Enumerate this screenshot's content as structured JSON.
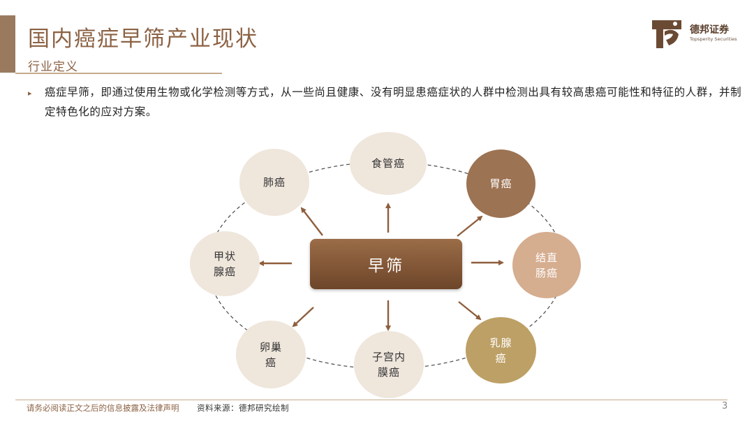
{
  "header": {
    "title": "国内癌症早筛产业现状",
    "subtitle": "行业定义",
    "logo_name": "德邦证券",
    "logo_en": "Topsperity Securities"
  },
  "intro": {
    "bullet": "▸",
    "text": "癌症早筛，即通过使用生物或化学检测等方式，从一些尚且健康、没有明显患癌症状的人群中检测出具有较高患癌可能性和特征的人群，并制定特色化的应对方案。"
  },
  "diagram": {
    "center": "早筛",
    "nodes": [
      {
        "label": "食管癌"
      },
      {
        "label": "胃癌"
      },
      {
        "label": "结直\n肠癌"
      },
      {
        "label": "乳腺\n癌"
      },
      {
        "label": "子宫内\n膜癌"
      },
      {
        "label": "卵巢\n癌"
      },
      {
        "label": "甲状\n腺癌"
      },
      {
        "label": "肺癌"
      }
    ],
    "colors": {
      "light_node": "#efe6dc",
      "dark_node": "#9c7353",
      "tan_node": "#d5ad8f",
      "gold_node": "#bda065",
      "arrow": "#8f5e3c",
      "ring": "#555555"
    }
  },
  "footer": {
    "disclaimer": "请务必阅读正文之后的信息披露及法律声明",
    "source": "资料来源：德邦研究绘制",
    "page": "3"
  }
}
